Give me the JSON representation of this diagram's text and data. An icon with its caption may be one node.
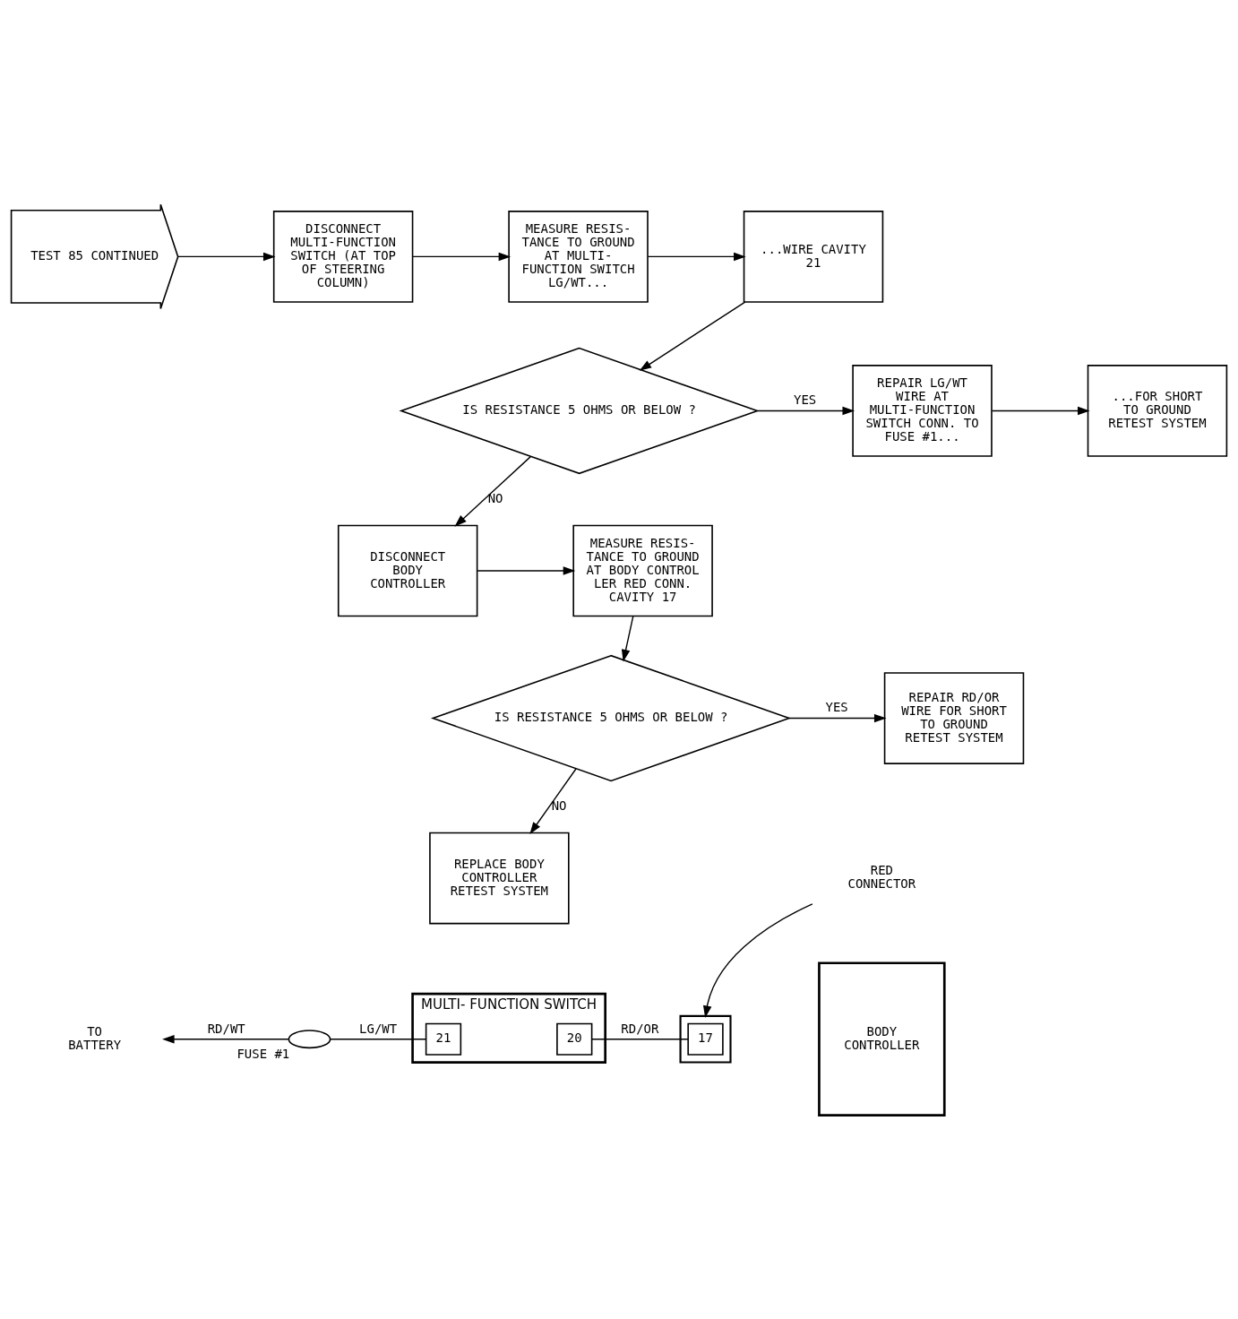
{
  "diagram": {
    "nodes": [
      {
        "text": [
          "TEST 85 CONTINUED"
        ]
      },
      {
        "text": [
          "DISCONNECT MULTI-FUNCTION SWITCH (AT TOP OF STEERING COLUMN)"
        ]
      },
      {
        "text": [
          "MEASURE RESIS- TANCE TO GROUND AT MULTI- FUNCTION SWITCH LG/WT..."
        ]
      },
      {
        "text": [
          "...WIRE CAVITY 21"
        ]
      },
      {
        "text": [
          "IS RESISTANCE 5 OHMS OR BELOW ?"
        ]
      },
      {
        "text": [
          "REPAIR LG/WT WIRE AT MULTI-FUNCTION SWITCH CONN. TO FUSE #1..."
        ]
      },
      {
        "text": [
          "...FOR SHORT TO GROUND RETEST SYSTEM"
        ]
      },
      {
        "text": [
          "DISCONNECT BODY CONTROLLER"
        ]
      },
      {
        "text": [
          "MEASURE RESIS- TANCE TO GROUND AT BODY CONTROL LER RED CONN. CAVITY 17"
        ]
      },
      {
        "text": [
          "IS RESISTANCE 5 OHMS OR BELOW ?"
        ]
      },
      {
        "text": [
          "REPAIR RD/OR WIRE FOR SHORT TO GROUND RETEST SYSTEM"
        ]
      },
      {
        "text": [
          "REPLACE BODY CONTROLLER RETEST SYSTEM"
        ]
      },
      {
        "text": [
          "MULTI- FUNCTION SWITCH"
        ]
      },
      {
        "text": [
          "21"
        ],
        "in": 12
      },
      {
        "text": [
          "20"
        ],
        "in": 12
      },
      {
        "text": [
          "BODY CONTROLLER"
        ]
      },
      {
        "text": [],
        "shape": "box"
      },
      {
        "text": [
          "17"
        ],
        "in": 16
      },
      {
        "text": [
          "RED CONNECTOR"
        ]
      },
      {
        "text": [
          "TO BATTERY"
        ]
      },
      {
        "text": [],
        "shape": "fuse",
        "beside": [
          "FUSE #1"
        ]
      }
    ],
    "edges": [
      {
        "from": 0,
        "to": 1,
        "arrow": "to"
      },
      {
        "from": 1,
        "to": 2,
        "arrow": "to"
      },
      {
        "from": 2,
        "to": 3,
        "arrow": "to"
      },
      {
        "from": 3,
        "to": 4,
        "arrow": "to"
      },
      {
        "from": 4,
        "to": 5,
        "arrow": "to",
        "label": "YES"
      },
      {
        "from": 5,
        "to": 6,
        "arrow": "to"
      },
      {
        "from": 4,
        "to": 7,
        "arrow": "to",
        "label": "NO"
      },
      {
        "from": 7,
        "to": 8,
        "arrow": "to"
      },
      {
        "from": 8,
        "to": 9,
        "arrow": "to"
      },
      {
        "from": 9,
        "to": 10,
        "arrow": "to",
        "label": "YES"
      },
      {
        "from": 9,
        "to": 11,
        "arrow": "to",
        "label": "NO"
      },
      {
        "from": 20,
        "to": 19,
        "arrow": "to",
        "label": "RD/WT"
      },
      {
        "from": 13,
        "to": 20,
        "arrow": "none",
        "label": "LG/WT"
      },
      {
        "from": 14,
        "to": 17,
        "arrow": "none",
        "label": "RD/OR"
      },
      {
        "from": 18,
        "to": 16,
        "arrow": "to"
      }
    ]
  }
}
